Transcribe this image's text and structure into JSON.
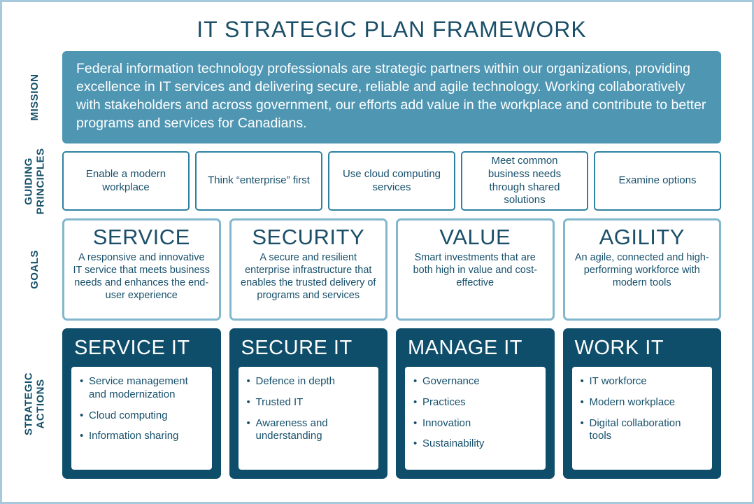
{
  "title": "IT STRATEGIC PLAN FRAMEWORK",
  "colors": {
    "navy": "#0e4e6b",
    "teal": "#4f96b3",
    "principle_border": "#2f81a1",
    "goal_border": "#82b7cd",
    "page_border": "#a7c9db",
    "text_navy": "#17506b"
  },
  "mission": {
    "label": "MISSION",
    "text": "Federal information technology professionals are strategic partners within our organizations, providing excellence in IT services and delivering secure, reliable and agile technology. Working collaboratively with stakeholders and across government, our efforts add value in the workplace and contribute to better programs and services for Canadians."
  },
  "guiding_principles": {
    "label": "GUIDING\nPRINCIPLES",
    "items": [
      "Enable a modern workplace",
      "Think “enterprise” first",
      "Use cloud computing services",
      "Meet common business needs through shared solutions",
      "Examine options"
    ]
  },
  "goals": {
    "label": "GOALS",
    "items": [
      {
        "title": "SERVICE",
        "description": "A responsive and innovative IT service that meets business needs and enhances the end-user experience"
      },
      {
        "title": "SECURITY",
        "description": "A secure and resilient enterprise infrastructure that enables the trusted delivery of programs and services"
      },
      {
        "title": "VALUE",
        "description": "Smart investments that are both high in value and cost-effective"
      },
      {
        "title": "AGILITY",
        "description": "An agile, connected and high-performing workforce with modern tools"
      }
    ]
  },
  "strategic_actions": {
    "label": "STRATEGIC\nACTIONS",
    "items": [
      {
        "title": "SERVICE IT",
        "bullets": [
          "Service management and modernization",
          "Cloud computing",
          "Information sharing"
        ]
      },
      {
        "title": "SECURE IT",
        "bullets": [
          "Defence in depth",
          "Trusted IT",
          "Awareness and understanding"
        ]
      },
      {
        "title": "MANAGE IT",
        "bullets": [
          "Governance",
          "Practices",
          "Innovation",
          "Sustainability"
        ]
      },
      {
        "title": "WORK IT",
        "bullets": [
          "IT workforce",
          "Modern workplace",
          "Digital collaboration tools"
        ]
      }
    ]
  }
}
